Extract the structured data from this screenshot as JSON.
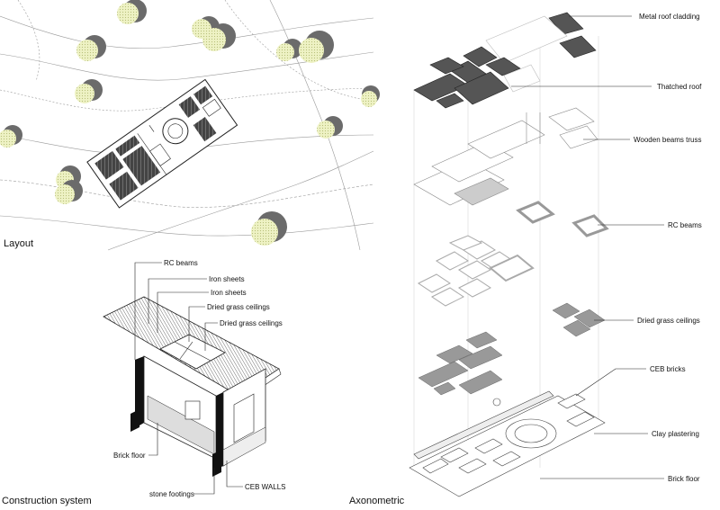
{
  "panels": {
    "layout": {
      "caption": "Layout"
    },
    "construction": {
      "caption": "Construction system",
      "labels": [
        "RC beams",
        "Iron sheets",
        "Iron sheets",
        "Dried grass ceilings",
        "Dried grass ceilings",
        "Brick floor",
        "stone footings",
        "CEB WALLS"
      ]
    },
    "axonometric": {
      "caption": "Axonometric",
      "labels": [
        "Metal roof cladding",
        "Thatched roof",
        "Wooden beams truss",
        "RC beams",
        "Dried grass ceilings",
        "CEB bricks",
        "Clay plastering",
        "Brick floor"
      ]
    }
  },
  "icons": {
    "tree": "tree-canopy-icon"
  },
  "colors": {
    "line": "#222222",
    "dark": "#1a1a1a",
    "roof": "#555555",
    "tree": "#e7edb4",
    "shadow": "#6b6b6b"
  }
}
